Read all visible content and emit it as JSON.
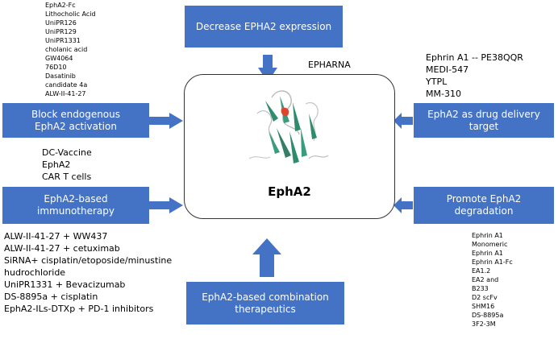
{
  "boxes": {
    "top": "Decrease EPHA2 expression",
    "left_top": "Block endogenous\nEphA2 activation",
    "left_bottom": "EphA2-based\nimmunotherapy",
    "right_top": "EphA2 as drug delivery\ntarget",
    "right_bottom": "Promote EphA2\ndegradation",
    "bottom": "EphA2-based combination\ntherapeutics"
  },
  "center": {
    "label": "EphA2"
  },
  "epharna_label": "EPHARNA",
  "lists": {
    "block_activation": [
      "EphA2-Fc",
      "Lithocholic Acid",
      "UniPR126",
      "UniPR129",
      "UniPR1331",
      "cholanic acid",
      "GW4064",
      "76D10",
      "Dasatinib",
      "candidate 4a",
      "ALW-II-41-27"
    ],
    "immunotherapy": [
      "DC-Vaccine",
      "EphA2",
      "CAR T cells"
    ],
    "drug_delivery": [
      "Ephrin A1 -- PE38QQR",
      "MEDI-547",
      "YTPL",
      "MM-310"
    ],
    "combination": [
      "ALW-II-41-27 + WW437",
      "ALW-II-41-27 + cetuximab",
      "SiRNA+ cisplatin/etoposide/minustine",
      "hudrochloride",
      "UniPR1331 + Bevacizumab",
      "DS-8895a + cisplatin",
      "EphA2-ILs-DTXp + PD-1 inhibitors"
    ],
    "degradation": [
      "Ephrin A1",
      "Monomeric",
      "Ephrin A1",
      "Ephrin A1-Fc",
      "EA1.2",
      "EA2 and",
      "B233",
      "D2 scFv",
      "SHM16",
      "DS-8895a",
      "3F2-3M"
    ]
  },
  "colors": {
    "box": "#4472c4",
    "arrow": "#4472c4",
    "protein_main": "#2e8b6e",
    "protein_highlight": "#e0452b"
  }
}
